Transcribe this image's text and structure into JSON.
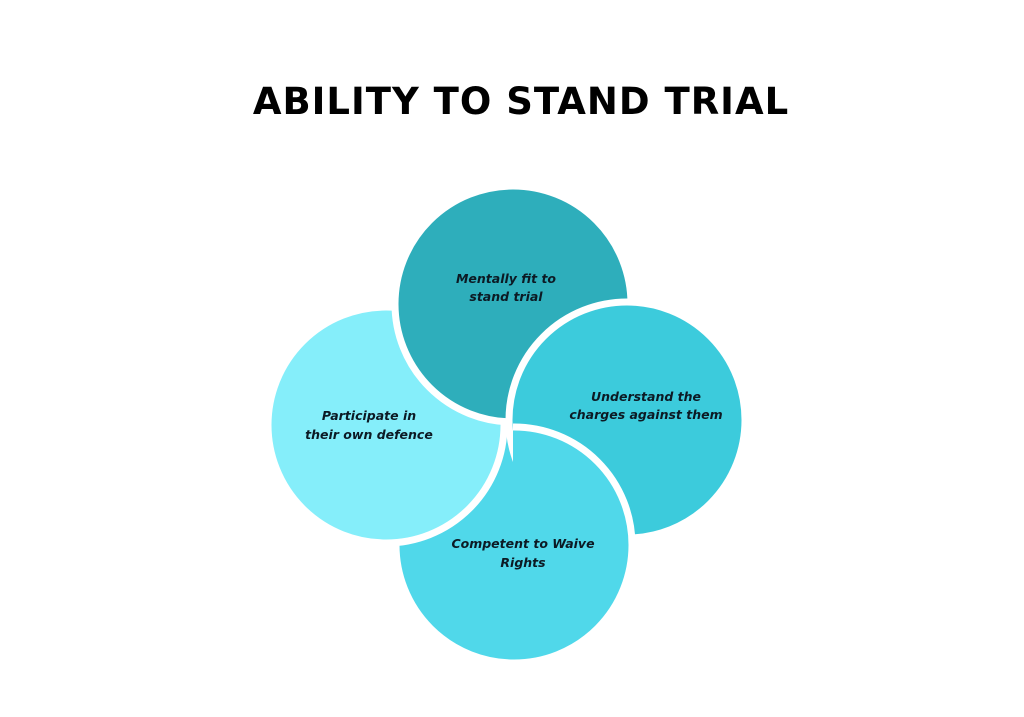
{
  "title": "ABILITY TO STAND TRIAL",
  "circles": [
    {
      "id": "top",
      "lines": [
        "Mentally fit to",
        "stand trial"
      ],
      "color": "#2eaebb"
    },
    {
      "id": "right",
      "lines": [
        "Understand the",
        "charges against them"
      ],
      "color": "#3ccbdc"
    },
    {
      "id": "bottom",
      "lines": [
        "Competent to Waive",
        "Rights"
      ],
      "color": "#50d8ea"
    },
    {
      "id": "left",
      "lines": [
        "Participate in",
        "their own defence"
      ],
      "color": "#85eefa"
    }
  ]
}
